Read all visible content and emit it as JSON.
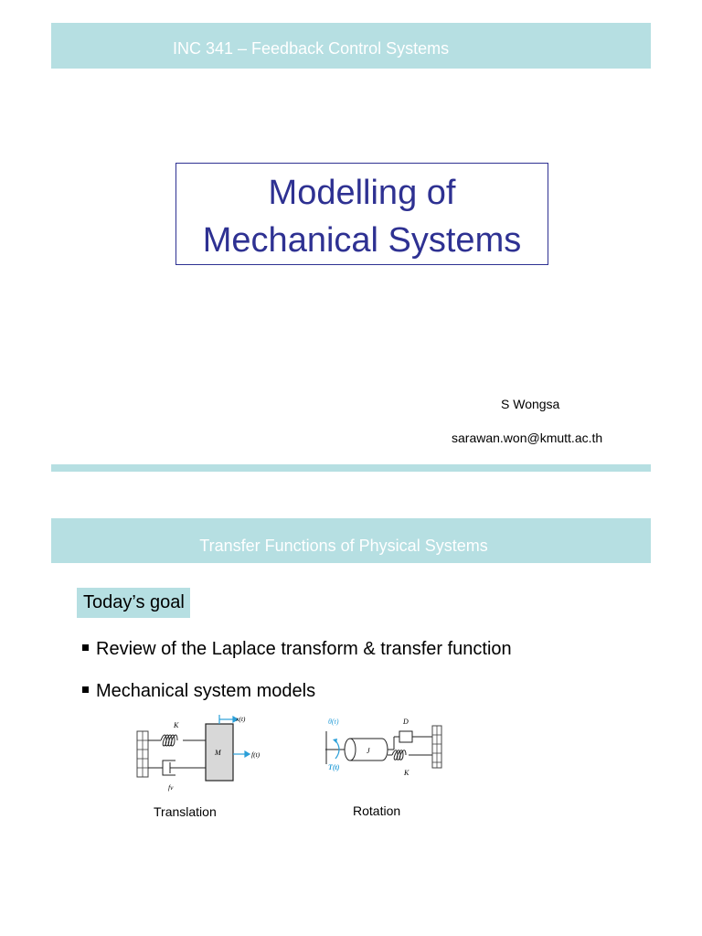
{
  "slide1": {
    "course_title": "INC 341 – Feedback Control Systems",
    "title_line1": "Modelling of",
    "title_line2": "Mechanical Systems",
    "author": "S Wongsa",
    "email": "sarawan.won@kmutt.ac.th"
  },
  "slide2": {
    "header": "Transfer Functions of Physical Systems",
    "goal_label": "Today’s goal",
    "bullets": [
      "Review of the Laplace transform & transfer function",
      "Mechanical system models"
    ],
    "figures": {
      "translation": {
        "caption": "Translation",
        "labels": {
          "spring": "K",
          "mass": "M",
          "displacement": "x(t)",
          "force": "f(t)",
          "damper": "fv"
        }
      },
      "rotation": {
        "caption": "Rotation",
        "labels": {
          "angle": "θ(t)",
          "torque": "T(t)",
          "inertia": "J",
          "damper": "D",
          "spring": "K"
        }
      }
    }
  },
  "colors": {
    "band": "#b6dfe2",
    "title_text": "#2e3192",
    "arrow": "#2b9fd8"
  }
}
